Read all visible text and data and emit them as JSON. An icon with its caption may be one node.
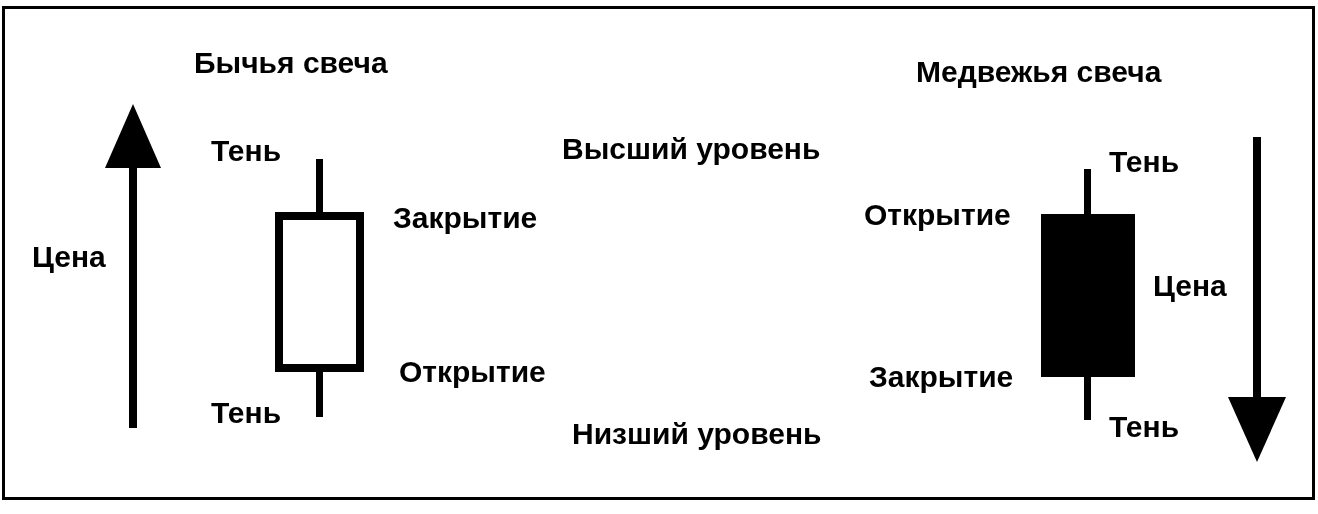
{
  "diagram": {
    "labels": [
      "Бычья свеча",
      "Медвежья свеча",
      "Тень",
      "Высший уровень",
      "Тень",
      "Закрытие",
      "Открытие",
      "Цена",
      "Цена",
      "Открытие",
      "Закрытие",
      "Тень",
      "Тень",
      "Низший уровень"
    ]
  }
}
